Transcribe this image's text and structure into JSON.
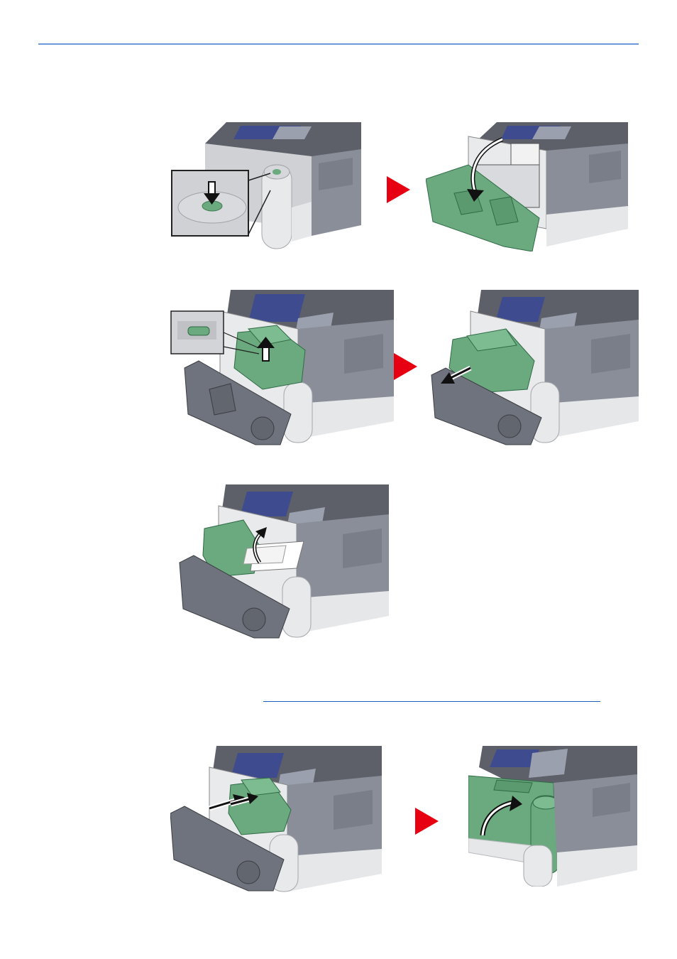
{
  "page": {
    "colors": {
      "rule": "#6b98d6",
      "link_rule": "#1d5fbf",
      "next_arrow": "#e60012",
      "printer_body": "#6f737d",
      "printer_panel": "#e6e7e9",
      "cartridge_green": "#6aaa7e",
      "screen": "#3e4b8f"
    },
    "icons": [
      "down-arrow-icon",
      "up-arrow-icon",
      "curved-arrow-icon",
      "push-arrow-icon",
      "next-step-arrow-icon"
    ]
  },
  "steps": [
    {
      "id": "press-release-button"
    },
    {
      "id": "open-front-cover"
    },
    {
      "id": "unlock-lever-lift-unit"
    },
    {
      "id": "pull-out-unit"
    },
    {
      "id": "remove-jammed-paper"
    },
    {
      "id": "push-in-unit"
    },
    {
      "id": "close-front-cover"
    }
  ]
}
